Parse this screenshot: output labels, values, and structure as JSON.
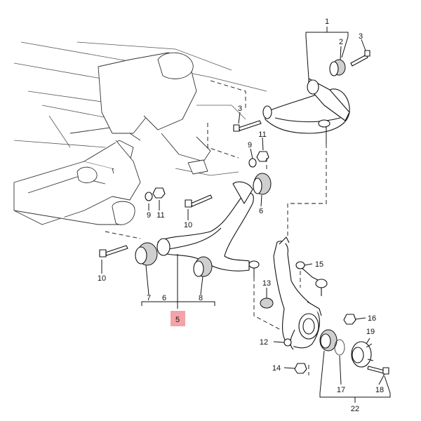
{
  "diagram": {
    "callouts": [
      {
        "id": "c1",
        "text": "1"
      },
      {
        "id": "c2",
        "text": "2"
      },
      {
        "id": "c3a",
        "text": "3"
      },
      {
        "id": "c3b",
        "text": "3"
      },
      {
        "id": "c5",
        "text": "5"
      },
      {
        "id": "c6a",
        "text": "6"
      },
      {
        "id": "c6b",
        "text": "6"
      },
      {
        "id": "c7",
        "text": "7"
      },
      {
        "id": "c8",
        "text": "8"
      },
      {
        "id": "c9a",
        "text": "9"
      },
      {
        "id": "c9b",
        "text": "9"
      },
      {
        "id": "c10a",
        "text": "10"
      },
      {
        "id": "c10b",
        "text": "10"
      },
      {
        "id": "c11a",
        "text": "11"
      },
      {
        "id": "c11b",
        "text": "11"
      },
      {
        "id": "c12",
        "text": "12"
      },
      {
        "id": "c13",
        "text": "13"
      },
      {
        "id": "c14",
        "text": "14"
      },
      {
        "id": "c15",
        "text": "15"
      },
      {
        "id": "c16",
        "text": "16"
      },
      {
        "id": "c17",
        "text": "17"
      },
      {
        "id": "c18",
        "text": "18"
      },
      {
        "id": "c19",
        "text": "19"
      },
      {
        "id": "c22",
        "text": "22"
      }
    ],
    "highlight_color": "#f4a3a8"
  }
}
